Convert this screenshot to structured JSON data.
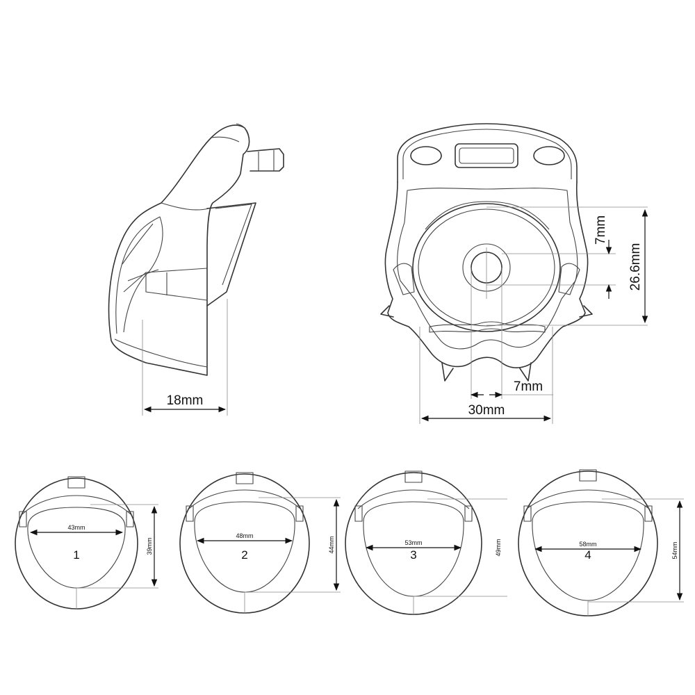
{
  "side_view": {
    "width_label": "18mm"
  },
  "front_view": {
    "hole_label": "7mm",
    "offset_label": "7mm",
    "height_label": "26.6mm",
    "width_label": "30mm"
  },
  "rings": [
    {
      "number": "1",
      "width_label": "43mm",
      "height_label": "39mm"
    },
    {
      "number": "2",
      "width_label": "48mm",
      "height_label": "44mm"
    },
    {
      "number": "3",
      "width_label": "53mm",
      "height_label": "49mm"
    },
    {
      "number": "4",
      "width_label": "58mm",
      "height_label": "54mm"
    }
  ]
}
